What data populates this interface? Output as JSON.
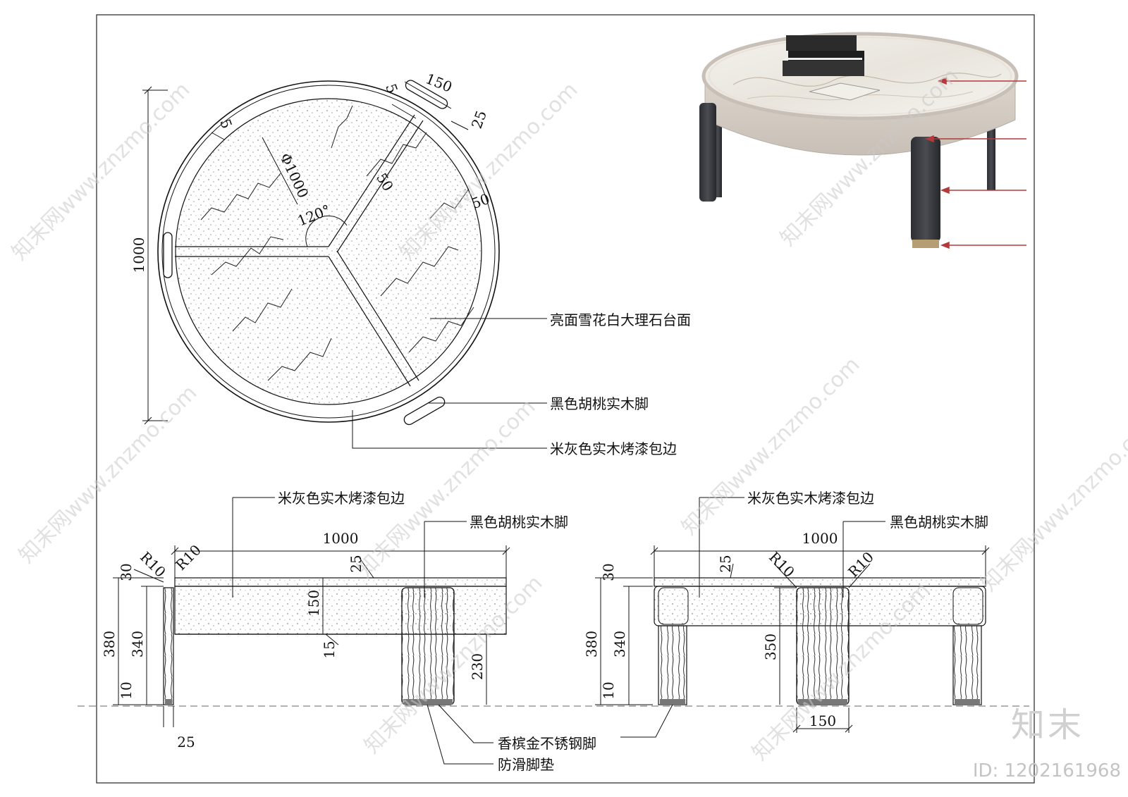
{
  "labels": {
    "marble_top": "亮面雪花白大理石台面",
    "walnut_leg": "黑色胡桃实木脚",
    "gray_edge": "米灰色实木烤漆包边",
    "steel_foot": "香槟金不锈钢脚",
    "pad": "防滑脚垫"
  },
  "plan_dims": {
    "overall": "1000",
    "diameter": "Φ1000",
    "angle": "120°",
    "leg_width": "150",
    "five_a": "5",
    "five_b": "5",
    "twentyfive": "25",
    "fifty_a": "50",
    "fifty_b": "50"
  },
  "elev_left": {
    "width": "1000",
    "r_a": "R10",
    "r_b": "R10",
    "top_thk": "25",
    "h30": "30",
    "h380": "380",
    "h340": "340",
    "h10": "10",
    "band": "150",
    "h15": "15",
    "h230": "230",
    "edge25": "25"
  },
  "elev_right": {
    "width": "1000",
    "r_a": "R10",
    "r_b": "R10",
    "top_thk": "25",
    "h30": "30",
    "h380": "380",
    "h340": "340",
    "h10": "10",
    "h350": "350",
    "leg150": "150"
  },
  "watermark": {
    "brand": "知末",
    "id": "ID: 1202161968",
    "site": "知末网www.znzmo.com"
  }
}
